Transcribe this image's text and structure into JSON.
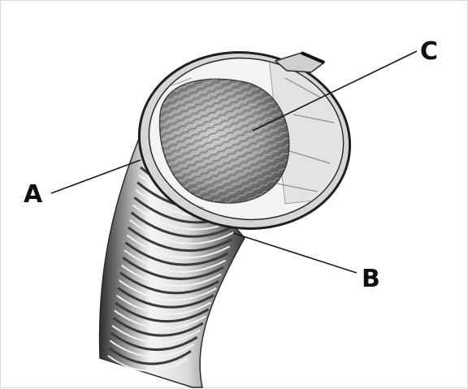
{
  "diagram": {
    "labels": {
      "a": "A",
      "b": "B",
      "c": "C"
    },
    "colors": {
      "line": "#1a1a1a",
      "outer_ridge_light": "#f2f2f2",
      "outer_ridge_dark": "#3a3a3a",
      "inner_lining": "#9a9a9a"
    }
  }
}
